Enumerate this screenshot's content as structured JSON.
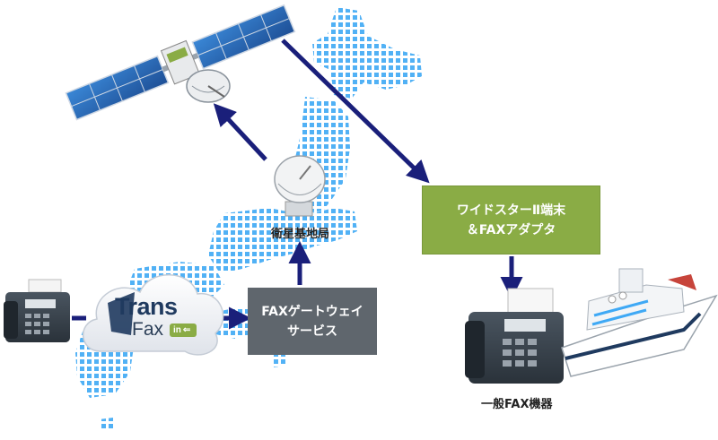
{
  "nodes": {
    "gateway": {
      "line1": "FAXゲートウェイ",
      "line2": "サービス"
    },
    "terminal": {
      "line1": "ワイドスターⅡ端末",
      "line2": "＆FAXアダプタ"
    },
    "ground_station": {
      "label": "衛星基地局"
    },
    "receiver": {
      "label": "一般FAX機器"
    }
  },
  "logo": {
    "word1": "Trans",
    "word2": "Fax",
    "badge": "in"
  },
  "colors": {
    "gateway_box": "#5f666d",
    "terminal_box": "#8aac45",
    "arrow": "#1a1f7a",
    "map_dots": "#3fa9f5"
  },
  "icons": [
    "fax-machine-icon",
    "cloud-icon",
    "satellite-icon",
    "satellite-dish-icon",
    "ship-icon",
    "japan-map-icon"
  ]
}
